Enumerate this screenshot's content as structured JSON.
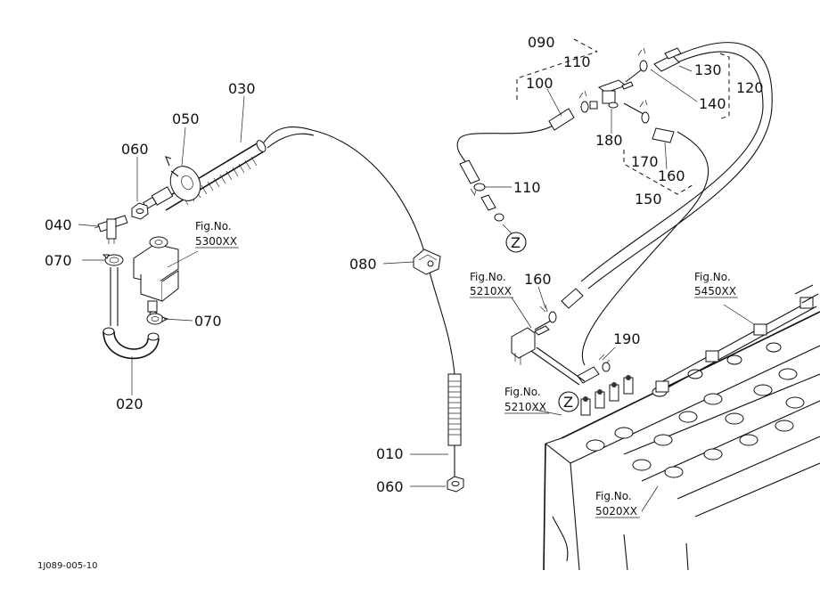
{
  "parts": [
    {
      "id": "p010",
      "number": "010"
    },
    {
      "id": "p020",
      "number": "020"
    },
    {
      "id": "p030",
      "number": "030"
    },
    {
      "id": "p040",
      "number": "040"
    },
    {
      "id": "p050",
      "number": "050"
    },
    {
      "id": "p060a",
      "number": "060"
    },
    {
      "id": "p060b",
      "number": "060"
    },
    {
      "id": "p070a",
      "number": "070"
    },
    {
      "id": "p070b",
      "number": "070"
    },
    {
      "id": "p080",
      "number": "080"
    },
    {
      "id": "p090",
      "number": "090"
    },
    {
      "id": "p100",
      "number": "100"
    },
    {
      "id": "p110a",
      "number": "110"
    },
    {
      "id": "p110b",
      "number": "110"
    },
    {
      "id": "p120",
      "number": "120"
    },
    {
      "id": "p130",
      "number": "130"
    },
    {
      "id": "p140",
      "number": "140"
    },
    {
      "id": "p150",
      "number": "150"
    },
    {
      "id": "p160a",
      "number": "160"
    },
    {
      "id": "p160b",
      "number": "160"
    },
    {
      "id": "p170",
      "number": "170"
    },
    {
      "id": "p180",
      "number": "180"
    },
    {
      "id": "p190",
      "number": "190"
    }
  ],
  "fig_refs": [
    {
      "id": "f5300",
      "title": "Fig.No.",
      "code": "5300XX"
    },
    {
      "id": "f5210a",
      "title": "Fig.No.",
      "code": "5210XX"
    },
    {
      "id": "f5210b",
      "title": "Fig.No.",
      "code": "5210XX"
    },
    {
      "id": "f5450",
      "title": "Fig.No.",
      "code": "5450XX"
    },
    {
      "id": "f5020",
      "title": "Fig.No.",
      "code": "5020XX"
    }
  ],
  "markers": {
    "z1": "Z",
    "z2": "Z"
  },
  "drawing_code": "1J089-005-10"
}
